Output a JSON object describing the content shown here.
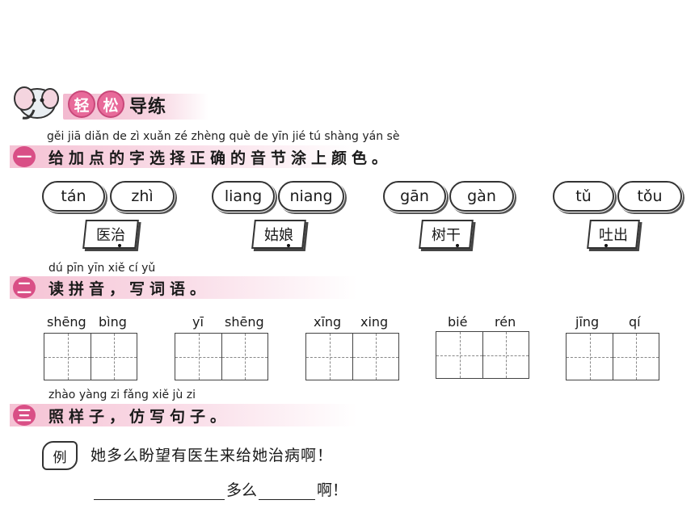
{
  "header": {
    "badge_chars": [
      "轻",
      "松"
    ],
    "title": "导练"
  },
  "section1": {
    "number": "一",
    "pinyin": "gěi jiā diǎn de  zì  xuǎn  zé  zhèng què  de  yīn  jié   tú  shàng yán sè",
    "title": "给加点的字选择正确的音节涂上颜色。",
    "groups": [
      {
        "options": [
          "tán",
          "zhì"
        ],
        "word": "医治",
        "dotted_index": 1
      },
      {
        "options": [
          "liang",
          "niang"
        ],
        "word": "姑娘",
        "dotted_index": 1
      },
      {
        "options": [
          "gān",
          "gàn"
        ],
        "word": "树干",
        "dotted_index": 1
      },
      {
        "options": [
          "tǔ",
          "tǒu"
        ],
        "word": "吐出",
        "dotted_index": 0
      }
    ]
  },
  "section2": {
    "number": "二",
    "pinyin": "dú pīn yīn    xiě  cí  yǔ",
    "title": "读拼音，写词语。",
    "words": [
      {
        "syllables": [
          "shēng",
          "bìng"
        ]
      },
      {
        "syllables": [
          "yī",
          "shēng"
        ]
      },
      {
        "syllables": [
          "xīng",
          "xing"
        ]
      },
      {
        "syllables": [
          "bié",
          "rén"
        ]
      },
      {
        "syllables": [
          "jīng",
          "qí"
        ]
      }
    ]
  },
  "section3": {
    "number": "三",
    "pinyin": "zhào yàng zi      fǎng xiě  jù   zi",
    "title": "照样子，仿写句子。",
    "example_label": "例",
    "example_sentence": "她多么盼望有医生来给她治病啊！",
    "fill_word1": "多么",
    "fill_word2": "啊！"
  },
  "colors": {
    "accent": "#d94f86",
    "band": "#f5c2d4"
  }
}
